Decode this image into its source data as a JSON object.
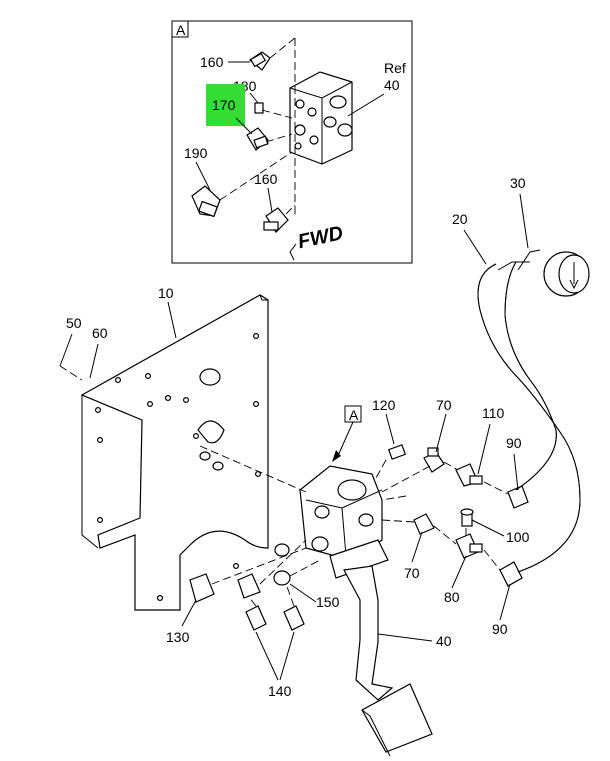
{
  "inset": {
    "view_letter": "A",
    "fwd_label": "FWD",
    "ref_label": "Ref",
    "ref_number": "40",
    "highlighted_part": "170"
  },
  "main_view_letter": "A",
  "callouts": {
    "c160a": "160",
    "c180": "180",
    "c170": "170",
    "c190": "190",
    "c160b": "160",
    "c10": "10",
    "c50": "50",
    "c60": "60",
    "c120": "120",
    "c70a": "70",
    "c110": "110",
    "c90a": "90",
    "c100": "100",
    "c70b": "70",
    "c80": "80",
    "c90b": "90",
    "c150": "150",
    "c130": "130",
    "c140": "140",
    "c40": "40",
    "c20": "20",
    "c30": "30"
  },
  "colors": {
    "highlight": "#33dd33",
    "line": "#000000"
  }
}
